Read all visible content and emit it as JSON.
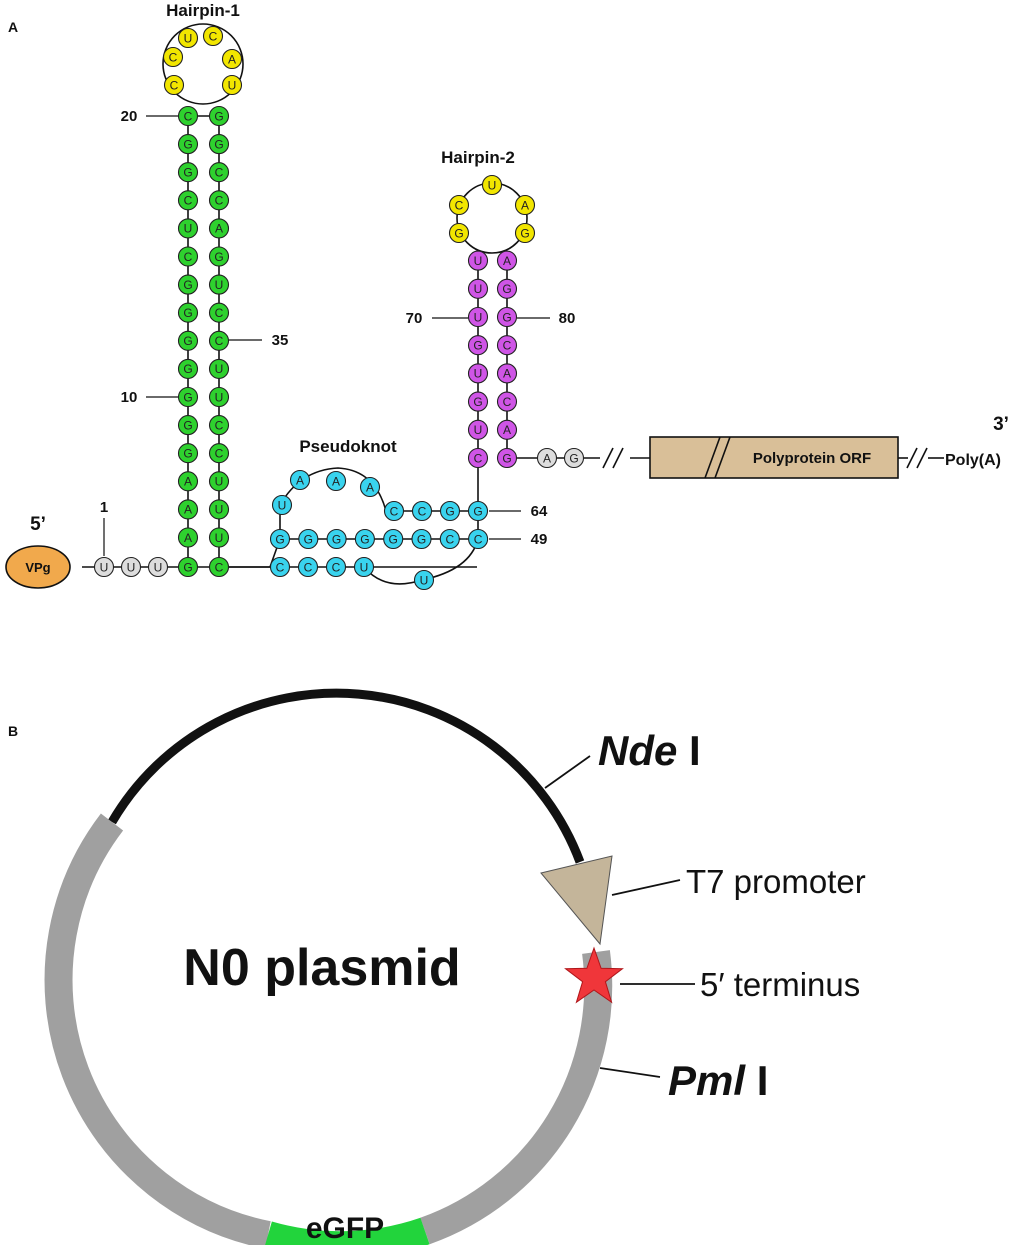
{
  "panel_a": {
    "label": "A",
    "hairpin1_title": "Hairpin-1",
    "hairpin2_title": "Hairpin-2",
    "pseudoknot_title": "Pseudoknot",
    "five_prime": "5’",
    "three_prime": "3’",
    "vpg": "VPg",
    "orf": "Polyprotein ORF",
    "poly_a": "Poly(A)",
    "numbers": {
      "n1": "1",
      "n10": "10",
      "n20": "20",
      "n35": "35",
      "n49": "49",
      "n64": "64",
      "n70": "70",
      "n80": "80"
    },
    "colors": {
      "loop": "#f2e600",
      "stem1": "#2ed12e",
      "stem2": "#cf55e6",
      "pseudoknot": "#39d3ee",
      "single": "#dddddd",
      "vpg": "#f1a94c",
      "orf": "#d9bf98"
    },
    "leader_nts": [
      "U",
      "U",
      "U"
    ],
    "hp1_left_stem": [
      "C",
      "G",
      "G",
      "C",
      "U",
      "C",
      "G",
      "G",
      "G",
      "G",
      "G",
      "G",
      "G",
      "A",
      "A",
      "A"
    ],
    "hp1_right_stem": [
      "G",
      "G",
      "C",
      "C",
      "A",
      "G",
      "U",
      "C",
      "C",
      "U",
      "U",
      "C",
      "C",
      "U",
      "U",
      "U"
    ],
    "hp1_bottom": [
      "G",
      "C"
    ],
    "hp1_loop": [
      "C",
      "C",
      "U",
      "C",
      "A",
      "U"
    ],
    "pk_bottom": [
      "C",
      "C",
      "C",
      "U"
    ],
    "pk_row2": [
      "G",
      "G",
      "G",
      "G",
      "G",
      "G",
      "C",
      "C"
    ],
    "pk_row3": [
      "C",
      "C",
      "G",
      "G"
    ],
    "pk_loop": [
      "U",
      "A",
      "A",
      "A"
    ],
    "pk_bulge": "U",
    "hp2_left_stem": [
      "C",
      "U",
      "G",
      "U",
      "G",
      "U",
      "U",
      "U"
    ],
    "hp2_right_stem": [
      "G",
      "A",
      "C",
      "A",
      "C",
      "G",
      "G",
      "A"
    ],
    "hp2_loop": [
      "G",
      "C",
      "U",
      "A",
      "G"
    ],
    "trailer_nts": [
      "A",
      "G"
    ]
  },
  "panel_b": {
    "label": "B",
    "plasmid_name": "N0 plasmid",
    "egfp": "eGFP",
    "nde": "Nde",
    "nde_suffix": " I",
    "pml": "Pml",
    "pml_suffix": " I",
    "t7": "T7 promoter",
    "five_terminus": "5′ terminus",
    "colors": {
      "backbone": "#111111",
      "insert": "#a0a0a0",
      "egfp": "#22d43c",
      "t7": "#c4b59a",
      "star": "#f0363a"
    }
  }
}
